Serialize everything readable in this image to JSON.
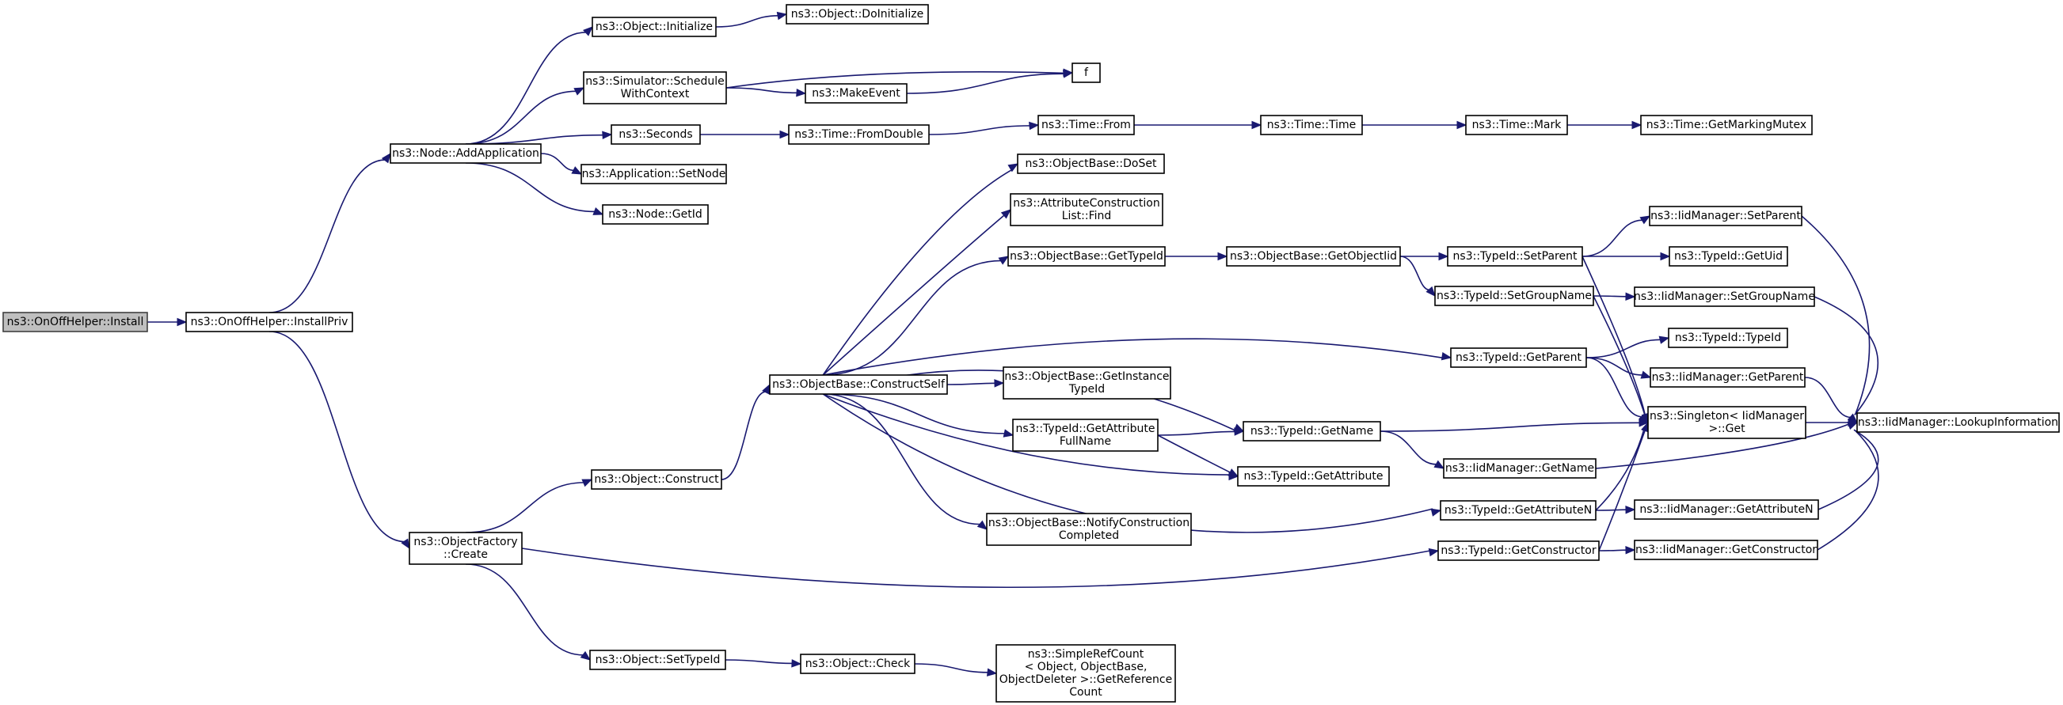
{
  "nodes": [
    {
      "id": "install",
      "lines": [
        "ns3::OnOffHelper::Install"
      ],
      "current": true
    },
    {
      "id": "installpriv",
      "lines": [
        "ns3::OnOffHelper::InstallPriv"
      ]
    },
    {
      "id": "addapp",
      "lines": [
        "ns3::Node::AddApplication"
      ]
    },
    {
      "id": "objinit",
      "lines": [
        "ns3::Object::Initialize"
      ]
    },
    {
      "id": "doinit",
      "lines": [
        "ns3::Object::DoInitialize"
      ]
    },
    {
      "id": "schedule",
      "lines": [
        "ns3::Simulator::Schedule",
        "WithContext"
      ]
    },
    {
      "id": "f",
      "lines": [
        "f"
      ]
    },
    {
      "id": "makeevent",
      "lines": [
        "ns3::MakeEvent"
      ]
    },
    {
      "id": "seconds",
      "lines": [
        "ns3::Seconds"
      ]
    },
    {
      "id": "fromdouble",
      "lines": [
        "ns3::Time::FromDouble"
      ]
    },
    {
      "id": "timefrom",
      "lines": [
        "ns3::Time::From"
      ]
    },
    {
      "id": "timetime",
      "lines": [
        "ns3::Time::Time"
      ]
    },
    {
      "id": "timemark",
      "lines": [
        "ns3::Time::Mark"
      ]
    },
    {
      "id": "getmarkingmutex",
      "lines": [
        "ns3::Time::GetMarkingMutex"
      ]
    },
    {
      "id": "appsetnode",
      "lines": [
        "ns3::Application::SetNode"
      ]
    },
    {
      "id": "nodegetid",
      "lines": [
        "ns3::Node::GetId"
      ]
    },
    {
      "id": "factorycreate",
      "lines": [
        "ns3::ObjectFactory",
        "::Create"
      ]
    },
    {
      "id": "objconstruct",
      "lines": [
        "ns3::Object::Construct"
      ]
    },
    {
      "id": "objsettypeid",
      "lines": [
        "ns3::Object::SetTypeId"
      ]
    },
    {
      "id": "objcheck",
      "lines": [
        "ns3::Object::Check"
      ]
    },
    {
      "id": "getreferencecount",
      "lines": [
        "ns3::SimpleRefCount",
        "< Object, ObjectBase,",
        " ObjectDeleter >::GetReference",
        "Count"
      ]
    },
    {
      "id": "constructself",
      "lines": [
        "ns3::ObjectBase::ConstructSelf"
      ]
    },
    {
      "id": "doset",
      "lines": [
        "ns3::ObjectBase::DoSet"
      ]
    },
    {
      "id": "attrfind",
      "lines": [
        "ns3::AttributeConstruction",
        "List::Find"
      ]
    },
    {
      "id": "obgettypeid",
      "lines": [
        "ns3::ObjectBase::GetTypeId"
      ]
    },
    {
      "id": "getinstancetypeid",
      "lines": [
        "ns3::ObjectBase::GetInstance",
        "TypeId"
      ]
    },
    {
      "id": "getattrfullname",
      "lines": [
        "ns3::TypeId::GetAttribute",
        "FullName"
      ]
    },
    {
      "id": "notifyconstruction",
      "lines": [
        "ns3::ObjectBase::NotifyConstruction",
        "Completed"
      ]
    },
    {
      "id": "getobjectiid",
      "lines": [
        "ns3::ObjectBase::GetObjectIid"
      ]
    },
    {
      "id": "tidgetname",
      "lines": [
        "ns3::TypeId::GetName"
      ]
    },
    {
      "id": "tidgetattribute",
      "lines": [
        "ns3::TypeId::GetAttribute"
      ]
    },
    {
      "id": "tidsetparent",
      "lines": [
        "ns3::TypeId::SetParent"
      ]
    },
    {
      "id": "tidsetgroupname",
      "lines": [
        "ns3::TypeId::SetGroupName"
      ]
    },
    {
      "id": "tidgetparent",
      "lines": [
        "ns3::TypeId::GetParent"
      ]
    },
    {
      "id": "iidgetname",
      "lines": [
        "ns3::IidManager::GetName"
      ]
    },
    {
      "id": "tidgetattributen",
      "lines": [
        "ns3::TypeId::GetAttributeN"
      ]
    },
    {
      "id": "tidgetconstructor",
      "lines": [
        "ns3::TypeId::GetConstructor"
      ]
    },
    {
      "id": "iidsetparent",
      "lines": [
        "ns3::IidManager::SetParent"
      ]
    },
    {
      "id": "tidgetuid",
      "lines": [
        "ns3::TypeId::GetUid"
      ]
    },
    {
      "id": "iidsetgroupname",
      "lines": [
        "ns3::IidManager::SetGroupName"
      ]
    },
    {
      "id": "tidtypeid",
      "lines": [
        "ns3::TypeId::TypeId"
      ]
    },
    {
      "id": "iidgetparent",
      "lines": [
        "ns3::IidManager::GetParent"
      ]
    },
    {
      "id": "singletonget",
      "lines": [
        "ns3::Singleton< IidManager",
        " >::Get"
      ]
    },
    {
      "id": "iidgetattributen",
      "lines": [
        "ns3::IidManager::GetAttributeN"
      ]
    },
    {
      "id": "iidgetconstructor",
      "lines": [
        "ns3::IidManager::GetConstructor"
      ]
    },
    {
      "id": "iidlookup",
      "lines": [
        "ns3::IidManager::LookupInformation"
      ]
    }
  ],
  "edges": [
    [
      "install",
      "installpriv"
    ],
    [
      "installpriv",
      "addapp"
    ],
    [
      "installpriv",
      "factorycreate"
    ],
    [
      "addapp",
      "objinit"
    ],
    [
      "addapp",
      "schedule"
    ],
    [
      "addapp",
      "seconds"
    ],
    [
      "addapp",
      "appsetnode"
    ],
    [
      "addapp",
      "nodegetid"
    ],
    [
      "objinit",
      "doinit"
    ],
    [
      "schedule",
      "f"
    ],
    [
      "schedule",
      "makeevent"
    ],
    [
      "makeevent",
      "f"
    ],
    [
      "seconds",
      "fromdouble"
    ],
    [
      "fromdouble",
      "timefrom"
    ],
    [
      "timefrom",
      "timetime"
    ],
    [
      "timetime",
      "timemark"
    ],
    [
      "timemark",
      "getmarkingmutex"
    ],
    [
      "factorycreate",
      "objconstruct"
    ],
    [
      "factorycreate",
      "objsettypeid"
    ],
    [
      "factorycreate",
      "tidgetconstructor"
    ],
    [
      "objconstruct",
      "constructself"
    ],
    [
      "objsettypeid",
      "objcheck"
    ],
    [
      "objcheck",
      "getreferencecount"
    ],
    [
      "constructself",
      "doset"
    ],
    [
      "constructself",
      "attrfind"
    ],
    [
      "constructself",
      "obgettypeid"
    ],
    [
      "constructself",
      "getinstancetypeid"
    ],
    [
      "constructself",
      "getattrfullname"
    ],
    [
      "constructself",
      "notifyconstruction"
    ],
    [
      "constructself",
      "tidgetparent"
    ],
    [
      "constructself",
      "tidgetname"
    ],
    [
      "constructself",
      "tidgetattribute"
    ],
    [
      "constructself",
      "tidgetattributen"
    ],
    [
      "obgettypeid",
      "getobjectiid"
    ],
    [
      "getobjectiid",
      "tidsetparent"
    ],
    [
      "getobjectiid",
      "tidsetgroupname"
    ],
    [
      "getattrfullname",
      "tidgetname"
    ],
    [
      "getattrfullname",
      "tidgetattribute"
    ],
    [
      "tidgetname",
      "singletonget"
    ],
    [
      "tidgetname",
      "iidgetname"
    ],
    [
      "tidsetparent",
      "iidsetparent"
    ],
    [
      "tidsetparent",
      "tidgetuid"
    ],
    [
      "tidsetparent",
      "singletonget"
    ],
    [
      "tidsetgroupname",
      "iidsetgroupname"
    ],
    [
      "tidsetgroupname",
      "singletonget"
    ],
    [
      "tidgetparent",
      "tidtypeid"
    ],
    [
      "tidgetparent",
      "iidgetparent"
    ],
    [
      "tidgetparent",
      "singletonget"
    ],
    [
      "iidgetname",
      "iidlookup"
    ],
    [
      "tidgetattributen",
      "singletonget"
    ],
    [
      "tidgetattributen",
      "iidgetattributen"
    ],
    [
      "tidgetconstructor",
      "singletonget"
    ],
    [
      "tidgetconstructor",
      "iidgetconstructor"
    ],
    [
      "iidsetparent",
      "iidlookup"
    ],
    [
      "iidsetgroupname",
      "iidlookup"
    ],
    [
      "iidgetparent",
      "iidlookup"
    ],
    [
      "singletonget",
      "iidlookup"
    ],
    [
      "iidgetattributen",
      "iidlookup"
    ],
    [
      "iidgetconstructor",
      "iidlookup"
    ]
  ]
}
